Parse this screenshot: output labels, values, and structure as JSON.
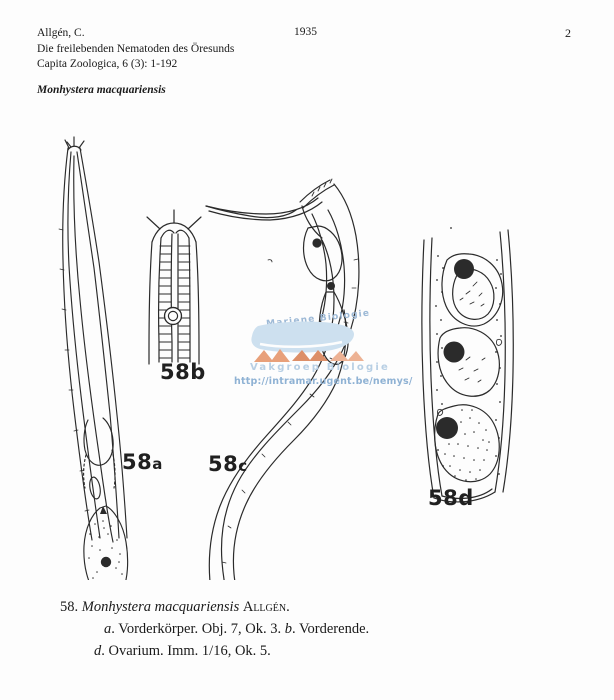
{
  "header": {
    "author": "Allgén, C.",
    "title_line": "Die freilebenden Nematoden des Öresunds",
    "journal_line": "Capita Zoologica, 6 (3): 1-192",
    "year": "1935",
    "page_number": "2"
  },
  "species_heading": "Monhystera macquariensis",
  "figure_labels": {
    "a": {
      "num": "58",
      "letter": "a"
    },
    "b": {
      "num": "58",
      "letter": "b"
    },
    "c": {
      "num": "58",
      "letter": "c"
    },
    "d": {
      "num": "58",
      "letter": "d"
    }
  },
  "watermark": {
    "line1": "Mariene Biologie",
    "line2": "Vakgroep Biologie",
    "url": "http://intramar.ugent.be/nemys/",
    "color_text": "#9db9d6",
    "color_shape": "#cde0ef",
    "color_logo": "#e8a07a"
  },
  "caption": {
    "number": "58.",
    "species": "Monhystera macquariensis",
    "authority": "Allgén",
    "period": ".",
    "line2_a": "a",
    "line2_rest": ". Vorderkörper. Obj. 7, Ok. 3.",
    "line2_b": "b",
    "line2_end": ". Vorderende.",
    "line3_d": "d",
    "line3_rest": ". Ovarium. Imm. 1/16, Ok. 5."
  },
  "figures": {
    "ink_color": "#2b2b2b",
    "descriptions": {
      "a": "Vorderkörper - long tapering anterior body with stippled glandular organ",
      "b": "Vorderende - head end with cephalic setae, striated pharynx and circular amphid",
      "c": "whole body in S-curve with head and dark spots",
      "d": "Ovarium - three oocytes with dark nuclei within the body wall"
    }
  }
}
